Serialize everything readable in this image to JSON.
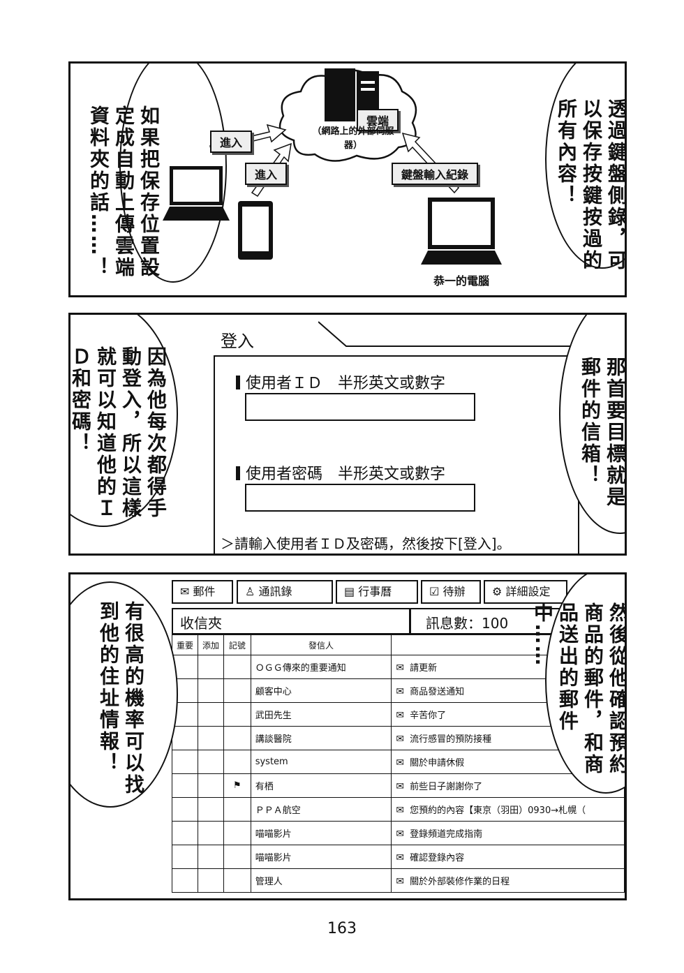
{
  "panel1": {
    "left_text": "如果把保存位置設定成自動上傳雲端資料夾的話……！",
    "right_text": "透過鍵盤側錄，可以保存按鍵按過的所有內容！",
    "cloud_label": "雲端",
    "server_label": "（網路上的外部伺服器）",
    "arrow_label_1": "進入",
    "arrow_label_2": "進入",
    "keylog_label": "鍵盤輸入紀錄",
    "pc_caption": "恭一的電腦"
  },
  "panel2": {
    "left_text": "因為他每次都得手動登入，所以這樣就可以知道他的ＩＤ和密碼！",
    "right_text": "那首要目標就是郵件的信箱！",
    "login_title": "登入",
    "userid_label": "使用者ＩＤ　半形英文或數字",
    "password_label": "使用者密碼　半形英文或數字",
    "hint": "＞請輸入使用者ＩＤ及密碼，然後按下[登入]。"
  },
  "panel3": {
    "left_text": "有很高的機率可以找到他的住址情報！",
    "right_text": "然後從他確認預約商品的郵件，和商品送出的郵件中……",
    "toolbar": [
      "郵件",
      "通訊錄",
      "行事曆",
      "待辦",
      "詳細設定"
    ],
    "inbox_label": "收信夾",
    "message_count": "訊息數：100",
    "columns": [
      "重要",
      "添加",
      "記號",
      "發信人"
    ],
    "rows": [
      {
        "sender": "ＯＧＧ傳來的重要通知",
        "subject": "請更新"
      },
      {
        "sender": "顧客中心",
        "subject": "商品發送通知"
      },
      {
        "sender": "武田先生",
        "subject": "辛苦你了"
      },
      {
        "sender": "講談醫院",
        "subject": "流行感冒的預防接種"
      },
      {
        "sender": "system",
        "subject": "關於申請休假"
      },
      {
        "sender": "有栖",
        "subject": "前些日子謝謝你了"
      },
      {
        "sender": "ＰＰＡ航空",
        "subject": "您預約的內容【東京（羽田）0930→札幌（"
      },
      {
        "sender": "喵喵影片",
        "subject": "登錄頻道完成指南"
      },
      {
        "sender": "喵喵影片",
        "subject": "確認登錄內容"
      },
      {
        "sender": "管理人",
        "subject": "關於外部裝修作業的日程"
      }
    ]
  },
  "page_number": "163"
}
